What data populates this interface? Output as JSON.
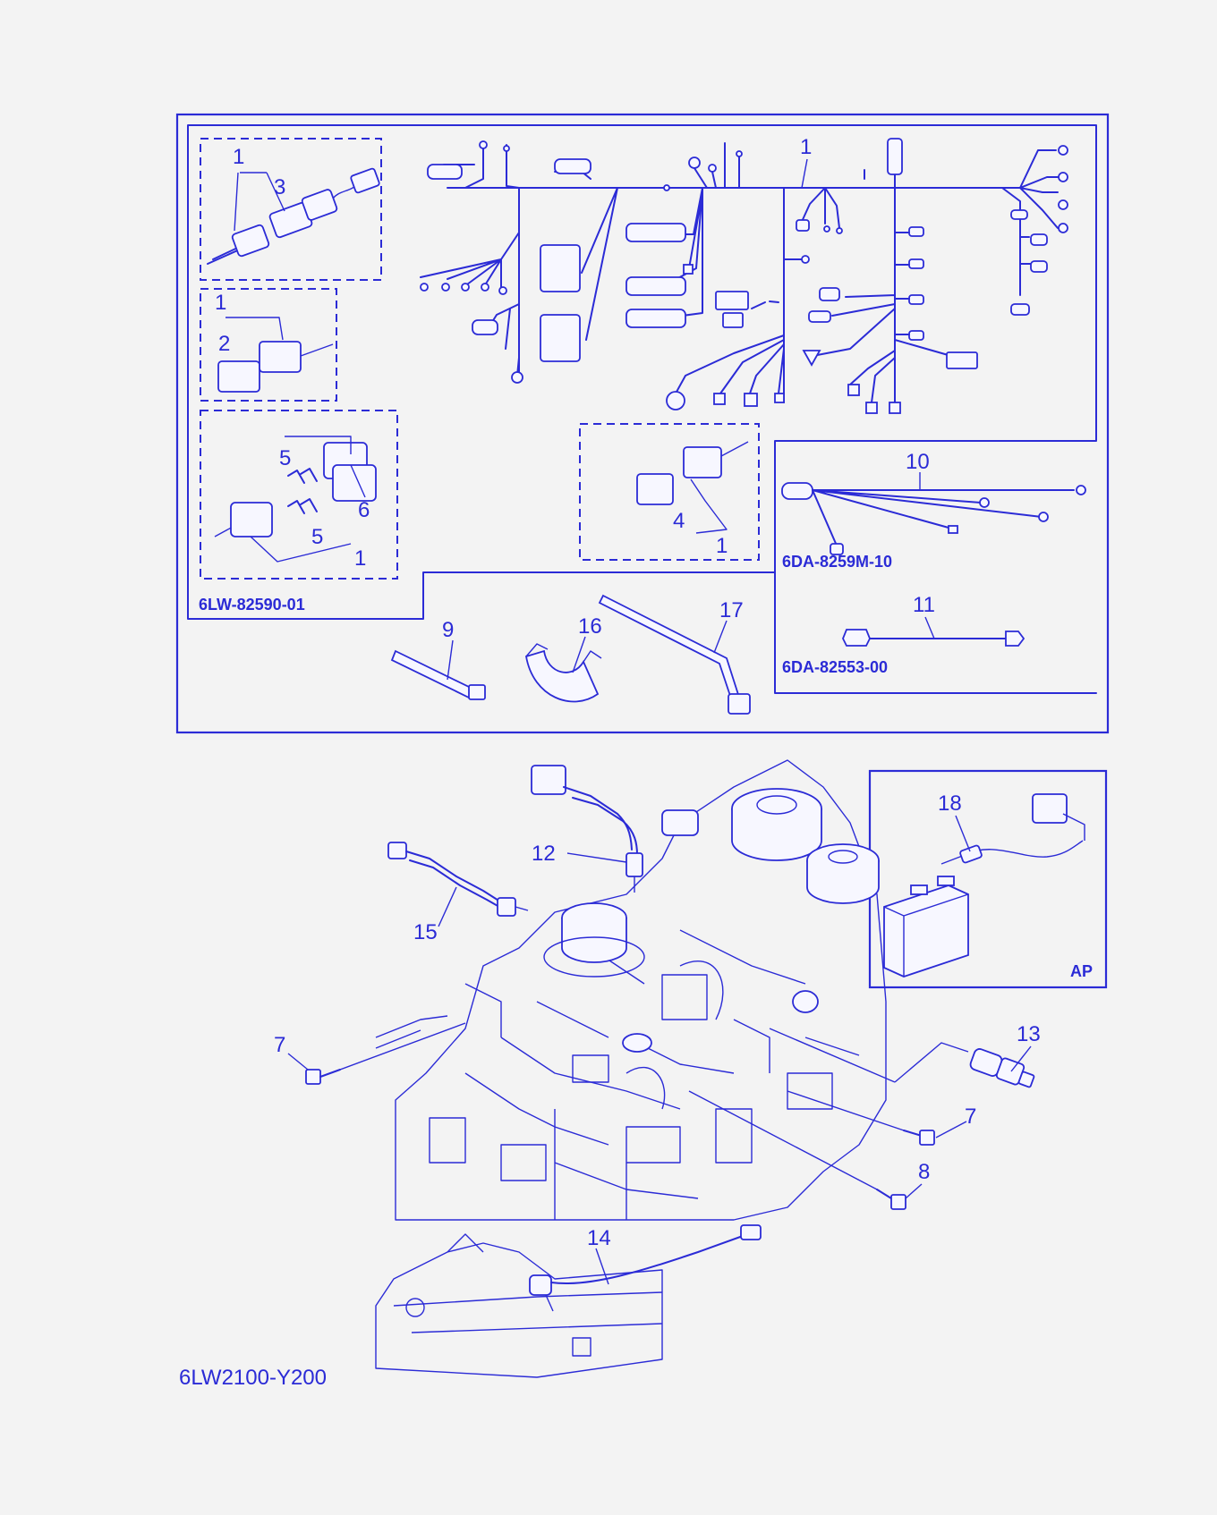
{
  "diagram": {
    "drawing_id": "6LW2100-Y200",
    "kit_codes": {
      "main_harness": "6LW-82590-01",
      "lead_assy": "6DA-8259M-10",
      "lead_wire": "6DA-82553-00"
    },
    "option_tag": "AP",
    "callouts": {
      "c1a": "1",
      "c3": "3",
      "c1b": "1",
      "c2": "2",
      "c5a": "5",
      "c6": "6",
      "c5b": "5",
      "c1c": "1",
      "c1main": "1",
      "c4": "4",
      "c1d": "1",
      "c10": "10",
      "c11": "11",
      "c9": "9",
      "c16": "16",
      "c17": "17",
      "c12": "12",
      "c15": "15",
      "c18": "18",
      "c7a": "7",
      "c13": "13",
      "c7b": "7",
      "c8": "8",
      "c14": "14"
    },
    "color": "#2b2bd6"
  }
}
